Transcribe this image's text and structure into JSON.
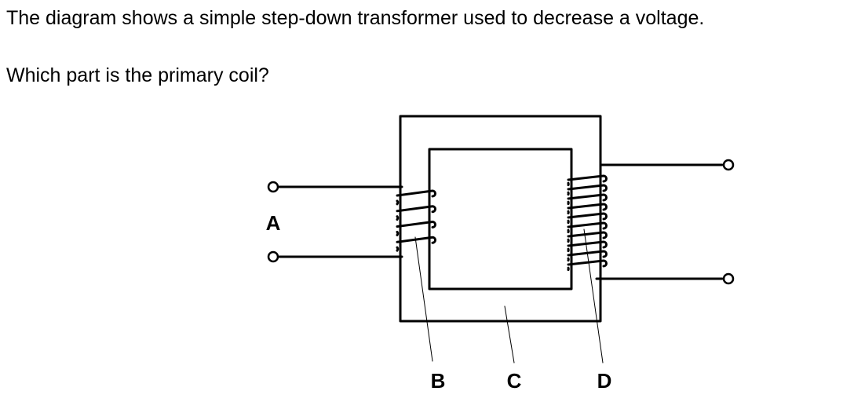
{
  "question": {
    "statement": "The diagram shows a simple step-down transformer used to decrease a voltage.",
    "prompt": "Which part is the primary coil?"
  },
  "diagram": {
    "labels": {
      "input_terminals": "A",
      "primary_coil": "B",
      "core": "C",
      "secondary_coil": "D"
    },
    "primary_turns": 4,
    "secondary_turns": 10
  }
}
